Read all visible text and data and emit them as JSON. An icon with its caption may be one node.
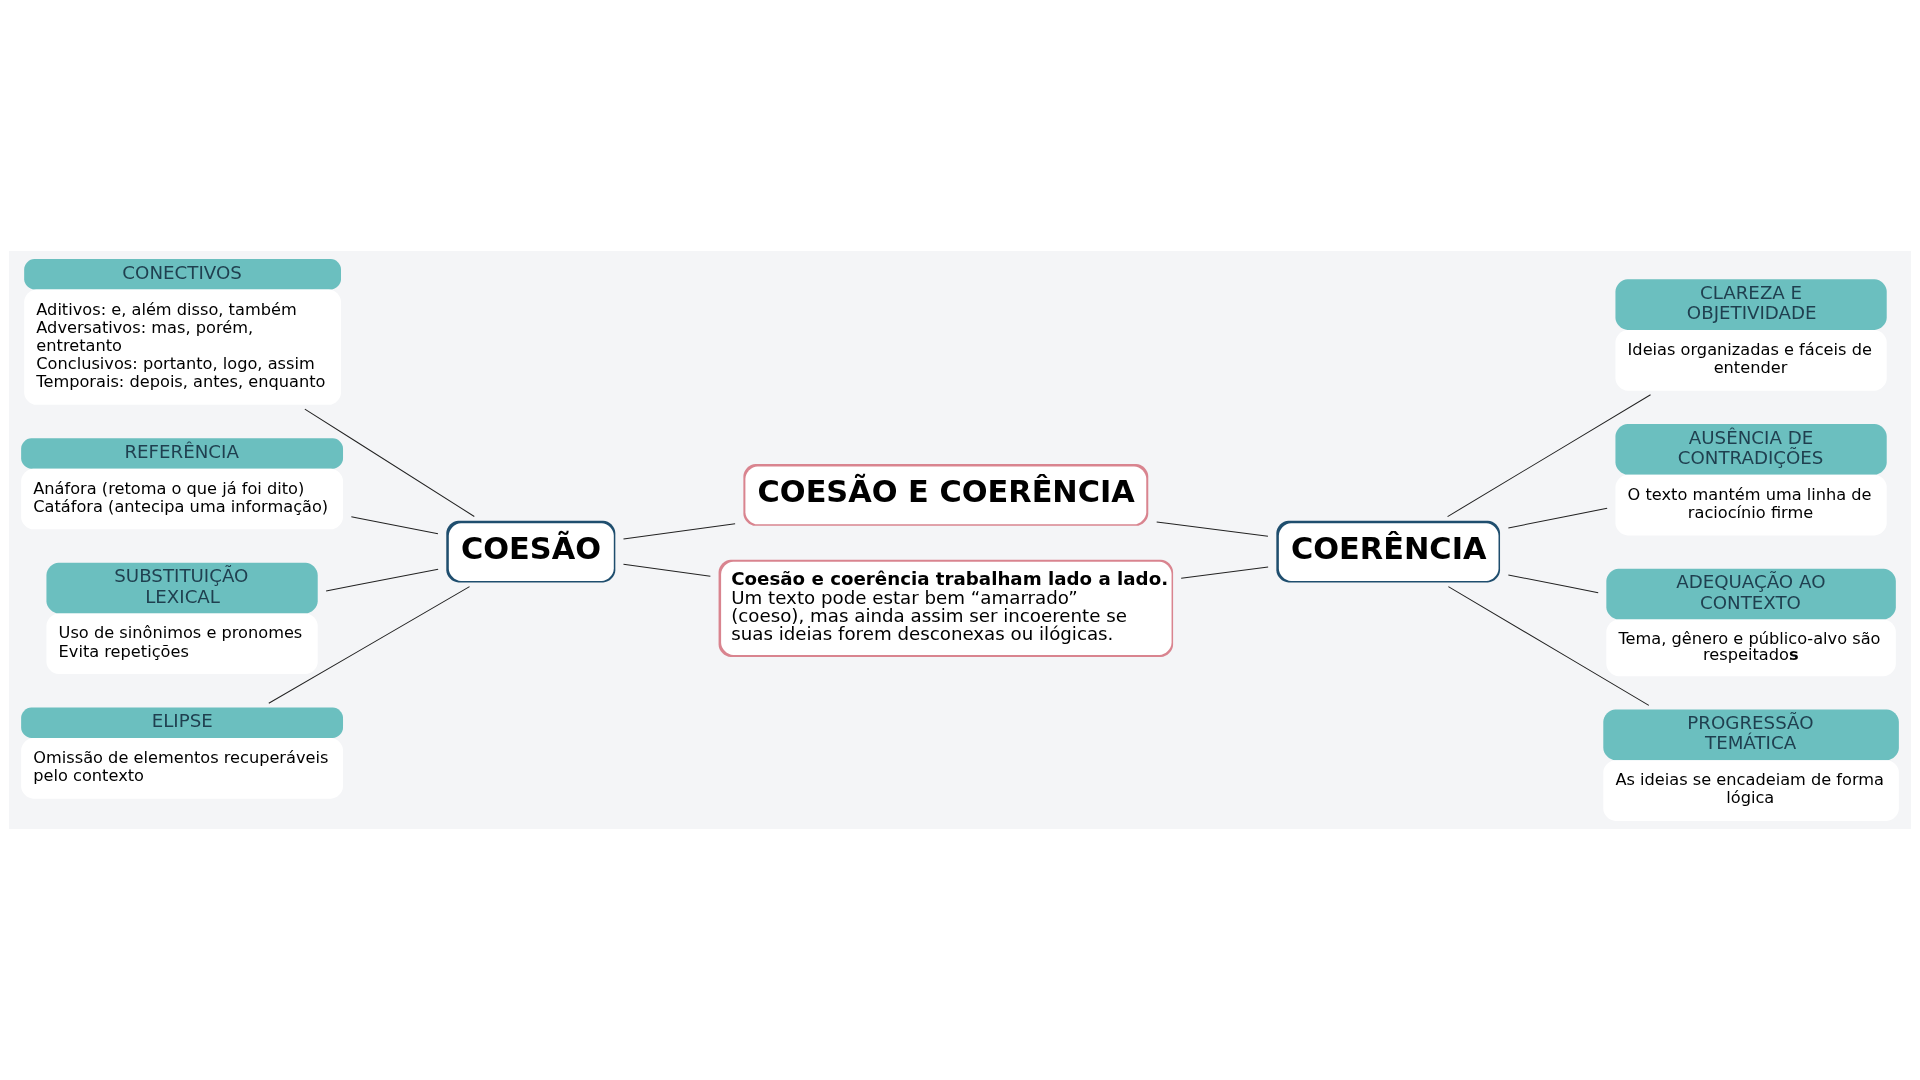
{
  "diagram": {
    "nodes": [
      {
        "text": [
          "COESÃO E COERÊNCIA"
        ]
      },
      {
        "text": [
          "COESÃO"
        ]
      },
      {
        "text": [
          "COERÊNCIA"
        ]
      },
      {
        "text": [
          "**Coesão e coerência trabalham lado a lado.** Um texto pode estar bem “amarrado” (coeso), mas ainda assim ser incoerente se suas ideias forem desconexas ou ilógicas."
        ]
      },
      {
        "text": [
          "CONECTIVOS",
          "Aditivos: e, além disso, também",
          "Adversativos: mas, porém, entretanto",
          "Conclusivos: portanto, logo, assim",
          "Temporais: depois, antes, enquanto"
        ]
      },
      {
        "text": [
          "REFERÊNCIA",
          "Anáfora (retoma o que já foi dito)",
          "Catáfora (antecipa uma informação)"
        ]
      },
      {
        "text": [
          "SUBSTITUIÇÃO LEXICAL",
          "Uso de sinônimos e pronomes",
          "Evita repetições"
        ]
      },
      {
        "text": [
          "ELIPSE",
          "Omissão de elementos recuperáveis pelo contexto"
        ]
      },
      {
        "text": [
          "CLAREZA E OBJETIVIDADE",
          "Ideias organizadas e fáceis de entender"
        ]
      },
      {
        "text": [
          "AUSÊNCIA DE CONTRADIÇÕES",
          "O texto mantém uma linha de raciocínio firme"
        ]
      },
      {
        "text": [
          "ADEQUAÇÃO AO CONTEXTO",
          "Tema, gênero e público-alvo são respeitado**s**"
        ]
      },
      {
        "text": [
          "PROGRESSÃO TEMÁTICA",
          "As ideias se encadeiam de forma lógica"
        ]
      }
    ],
    "edges": [
      {
        "from": 1,
        "to": 0,
        "arrow": "none"
      },
      {
        "from": 0,
        "to": 2,
        "arrow": "none"
      },
      {
        "from": 1,
        "to": 3,
        "arrow": "none"
      },
      {
        "from": 3,
        "to": 2,
        "arrow": "none"
      },
      {
        "from": 4,
        "to": 1,
        "arrow": "none"
      },
      {
        "from": 5,
        "to": 1,
        "arrow": "none"
      },
      {
        "from": 6,
        "to": 1,
        "arrow": "none"
      },
      {
        "from": 7,
        "to": 1,
        "arrow": "none"
      },
      {
        "from": 2,
        "to": 8,
        "arrow": "none"
      },
      {
        "from": 2,
        "to": 9,
        "arrow": "none"
      },
      {
        "from": 2,
        "to": 10,
        "arrow": "none"
      },
      {
        "from": 2,
        "to": 11,
        "arrow": "none"
      }
    ]
  }
}
